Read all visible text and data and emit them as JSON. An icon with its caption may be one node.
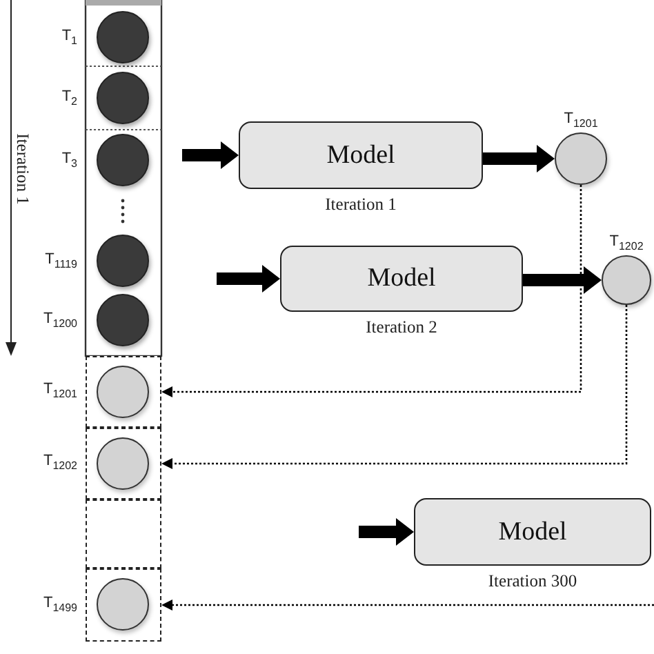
{
  "diagram": {
    "nodes": [
      {
        "text": [],
        "shape": "circle",
        "beside": [
          "T$_{1}$"
        ]
      },
      {
        "text": [],
        "shape": "circle",
        "beside": [
          "T$_{2}$"
        ]
      },
      {
        "text": [],
        "shape": "circle",
        "beside": [
          "T$_{3}$"
        ]
      },
      {
        "text": [],
        "shape": "circle",
        "beside": [
          "T$_{1119}$"
        ]
      },
      {
        "text": [],
        "shape": "circle",
        "beside": [
          "T$_{1200}$"
        ]
      },
      {
        "text": [],
        "shape": "box"
      },
      {
        "text": [],
        "shape": "circle",
        "in": 5,
        "beside": [
          "T$_{1201}$"
        ]
      },
      {
        "text": [],
        "shape": "box"
      },
      {
        "text": [],
        "shape": "circle",
        "in": 7,
        "beside": [
          "T$_{1202}$"
        ]
      },
      {
        "text": [],
        "shape": "box"
      },
      {
        "text": [],
        "shape": "box"
      },
      {
        "text": [],
        "shape": "circle",
        "in": 10,
        "beside": [
          "T$_{1499}$"
        ]
      },
      {
        "text": [
          "Model"
        ],
        "beside": [
          "Iteration 1"
        ]
      },
      {
        "text": [],
        "shape": "circle",
        "beside": [
          "T$_{1201}$"
        ]
      },
      {
        "text": [
          "Model"
        ],
        "beside": [
          "Iteration 2"
        ]
      },
      {
        "text": [],
        "shape": "circle",
        "beside": [
          "T$_{1202}$"
        ]
      },
      {
        "text": [
          "Model"
        ],
        "beside": [
          "Iteration 300"
        ]
      }
    ],
    "edges": [
      {
        "from": null,
        "to": 12,
        "arrow": "to"
      },
      {
        "from": 12,
        "to": 13,
        "arrow": "to"
      },
      {
        "from": null,
        "to": 14,
        "arrow": "to"
      },
      {
        "from": 14,
        "to": 15,
        "arrow": "to"
      },
      {
        "from": null,
        "to": 16,
        "arrow": "to"
      },
      {
        "from": 13,
        "to": 5,
        "arrow": "to",
        "style": "dashed"
      },
      {
        "from": 15,
        "to": 7,
        "arrow": "to",
        "style": "dashed"
      },
      {
        "from": null,
        "to": 10,
        "arrow": "to",
        "style": "dashed"
      }
    ],
    "labels": [
      "Iteration 1"
    ]
  }
}
